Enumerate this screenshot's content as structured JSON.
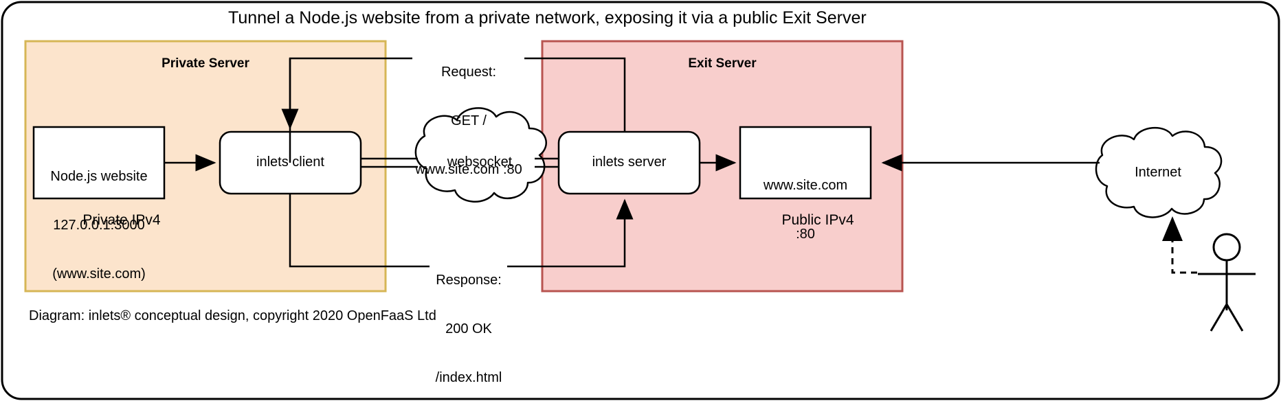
{
  "diagram": {
    "title": "Tunnel a Node.js website from a private network, exposing it via a public Exit Server",
    "footnote": "Diagram: inlets® conceptual design, copyright 2020 OpenFaaS Ltd",
    "colors": {
      "private_fill": "#FCE4CC",
      "private_stroke": "#D6B656",
      "exit_fill": "#F8CECC",
      "exit_stroke": "#B85450",
      "node_fill": "#FFFFFF",
      "stroke": "#000000",
      "canvas": "#FFFFFF"
    },
    "zones": [
      {
        "id": "private-server",
        "title": "Private Server",
        "subtitle": "Private IPv4"
      },
      {
        "id": "exit-server",
        "title": "Exit Server",
        "subtitle": "Public IPv4"
      }
    ],
    "nodes": [
      {
        "id": "nodejs-website",
        "shape": "rect",
        "lines": [
          "Node.js website",
          "127.0.0.1:3000",
          "(www.site.com)"
        ]
      },
      {
        "id": "inlets-client",
        "shape": "rounded-rect",
        "lines": [
          "inlets client"
        ]
      },
      {
        "id": "websocket-cloud",
        "shape": "cloud",
        "lines": [
          "websocket"
        ]
      },
      {
        "id": "inlets-server",
        "shape": "rounded-rect",
        "lines": [
          "inlets server"
        ]
      },
      {
        "id": "site-endpoint",
        "shape": "rect",
        "lines": [
          "www.site.com",
          ":80"
        ]
      },
      {
        "id": "internet-cloud",
        "shape": "cloud",
        "lines": [
          "Internet"
        ]
      },
      {
        "id": "user-actor",
        "shape": "stick-figure",
        "lines": []
      }
    ],
    "edge_labels": {
      "request": [
        "Request:",
        "GET /",
        "www.site.com :80"
      ],
      "response": [
        "Response:",
        "200 OK",
        "/index.html"
      ]
    }
  }
}
